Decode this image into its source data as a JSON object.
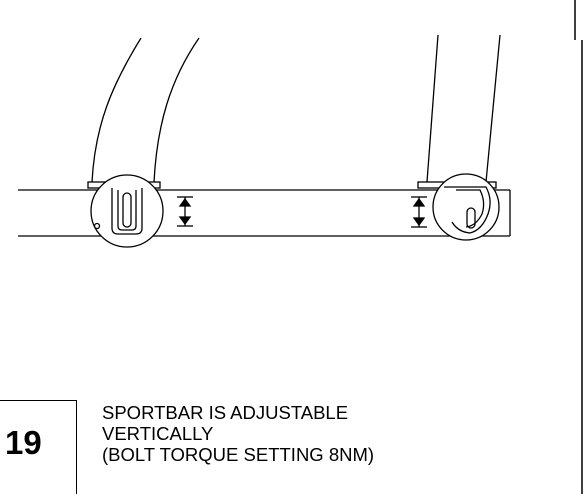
{
  "step": {
    "number": "19",
    "instruction_lines": [
      "SPORTBAR IS ADJUSTABLE",
      "VERTICALLY",
      "(BOLT TORQUE SETTING 8NM)"
    ]
  },
  "drawing": {
    "stroke_color": "#000000",
    "background_color": "#ffffff"
  }
}
